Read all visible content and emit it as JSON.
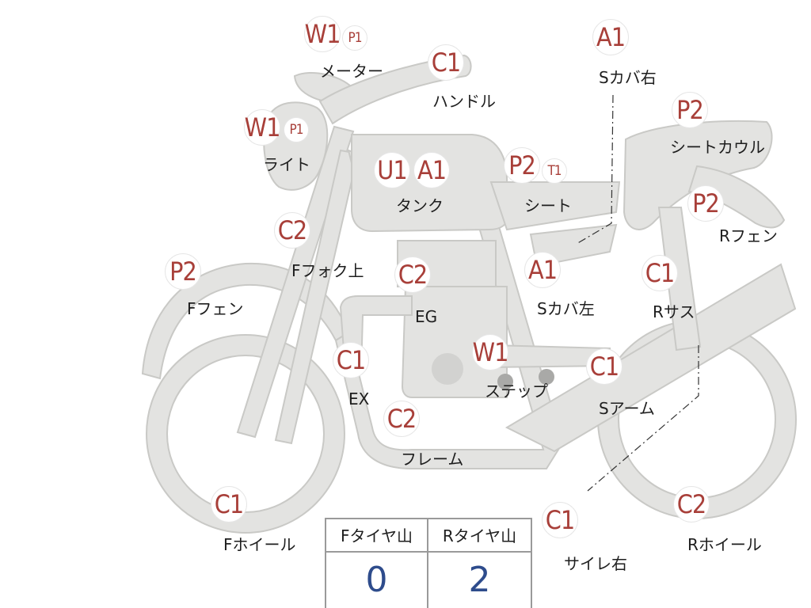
{
  "parts": [
    {
      "id": "meter",
      "label": "メーター",
      "badges": [
        {
          "code": "W1",
          "size": "big"
        },
        {
          "code": "P1",
          "size": "small"
        }
      ]
    },
    {
      "id": "handle",
      "label": "ハンドル",
      "badges": [
        {
          "code": "C1",
          "size": "big"
        }
      ]
    },
    {
      "id": "side-cover-right",
      "label": "Sカバ右",
      "badges": [
        {
          "code": "A1",
          "size": "big"
        }
      ]
    },
    {
      "id": "seat-cowl",
      "label": "シートカウル",
      "badges": [
        {
          "code": "P2",
          "size": "big"
        }
      ]
    },
    {
      "id": "light",
      "label": "ライト",
      "badges": [
        {
          "code": "W1",
          "size": "big"
        },
        {
          "code": "P1",
          "size": "small"
        }
      ]
    },
    {
      "id": "tank",
      "label": "タンク",
      "badges": [
        {
          "code": "U1",
          "size": "big"
        },
        {
          "code": "A1",
          "size": "big"
        }
      ]
    },
    {
      "id": "seat",
      "label": "シート",
      "badges": [
        {
          "code": "P2",
          "size": "big"
        },
        {
          "code": "T1",
          "size": "small"
        }
      ]
    },
    {
      "id": "rear-fender",
      "label": "Rフェン",
      "badges": [
        {
          "code": "P2",
          "size": "big"
        }
      ]
    },
    {
      "id": "front-fork-upper",
      "label": "Fフォク上",
      "badges": [
        {
          "code": "C2",
          "size": "big"
        }
      ]
    },
    {
      "id": "front-fender",
      "label": "Fフェン",
      "badges": [
        {
          "code": "P2",
          "size": "big"
        }
      ]
    },
    {
      "id": "engine",
      "label": "EG",
      "badges": [
        {
          "code": "C2",
          "size": "big"
        }
      ]
    },
    {
      "id": "side-cover-left",
      "label": "Sカバ左",
      "badges": [
        {
          "code": "A1",
          "size": "big"
        }
      ]
    },
    {
      "id": "rear-suspension",
      "label": "Rサス",
      "badges": [
        {
          "code": "C1",
          "size": "big"
        }
      ]
    },
    {
      "id": "exhaust",
      "label": "EX",
      "badges": [
        {
          "code": "C1",
          "size": "big"
        }
      ]
    },
    {
      "id": "step",
      "label": "ステップ",
      "badges": [
        {
          "code": "W1",
          "size": "big"
        }
      ]
    },
    {
      "id": "swing-arm",
      "label": "Sアーム",
      "badges": [
        {
          "code": "C1",
          "size": "big"
        }
      ]
    },
    {
      "id": "frame",
      "label": "フレーム",
      "badges": [
        {
          "code": "C2",
          "size": "big"
        }
      ]
    },
    {
      "id": "front-wheel",
      "label": "Fホイール",
      "badges": [
        {
          "code": "C1",
          "size": "big"
        }
      ]
    },
    {
      "id": "silencer-right",
      "label": "サイレ右",
      "badges": [
        {
          "code": "C1",
          "size": "big"
        }
      ]
    },
    {
      "id": "rear-wheel",
      "label": "Rホイール",
      "badges": [
        {
          "code": "C2",
          "size": "big"
        }
      ]
    }
  ],
  "tire_tread": {
    "columns": [
      {
        "header": "Fタイヤ山",
        "value": "0"
      },
      {
        "header": "Rタイヤ山",
        "value": "2"
      }
    ]
  },
  "colors": {
    "part_fill": "#e3e3e1",
    "part_outline": "#c9c9c6",
    "badge_text": "#a83f39",
    "tire_value_text": "#2e4c8c"
  }
}
